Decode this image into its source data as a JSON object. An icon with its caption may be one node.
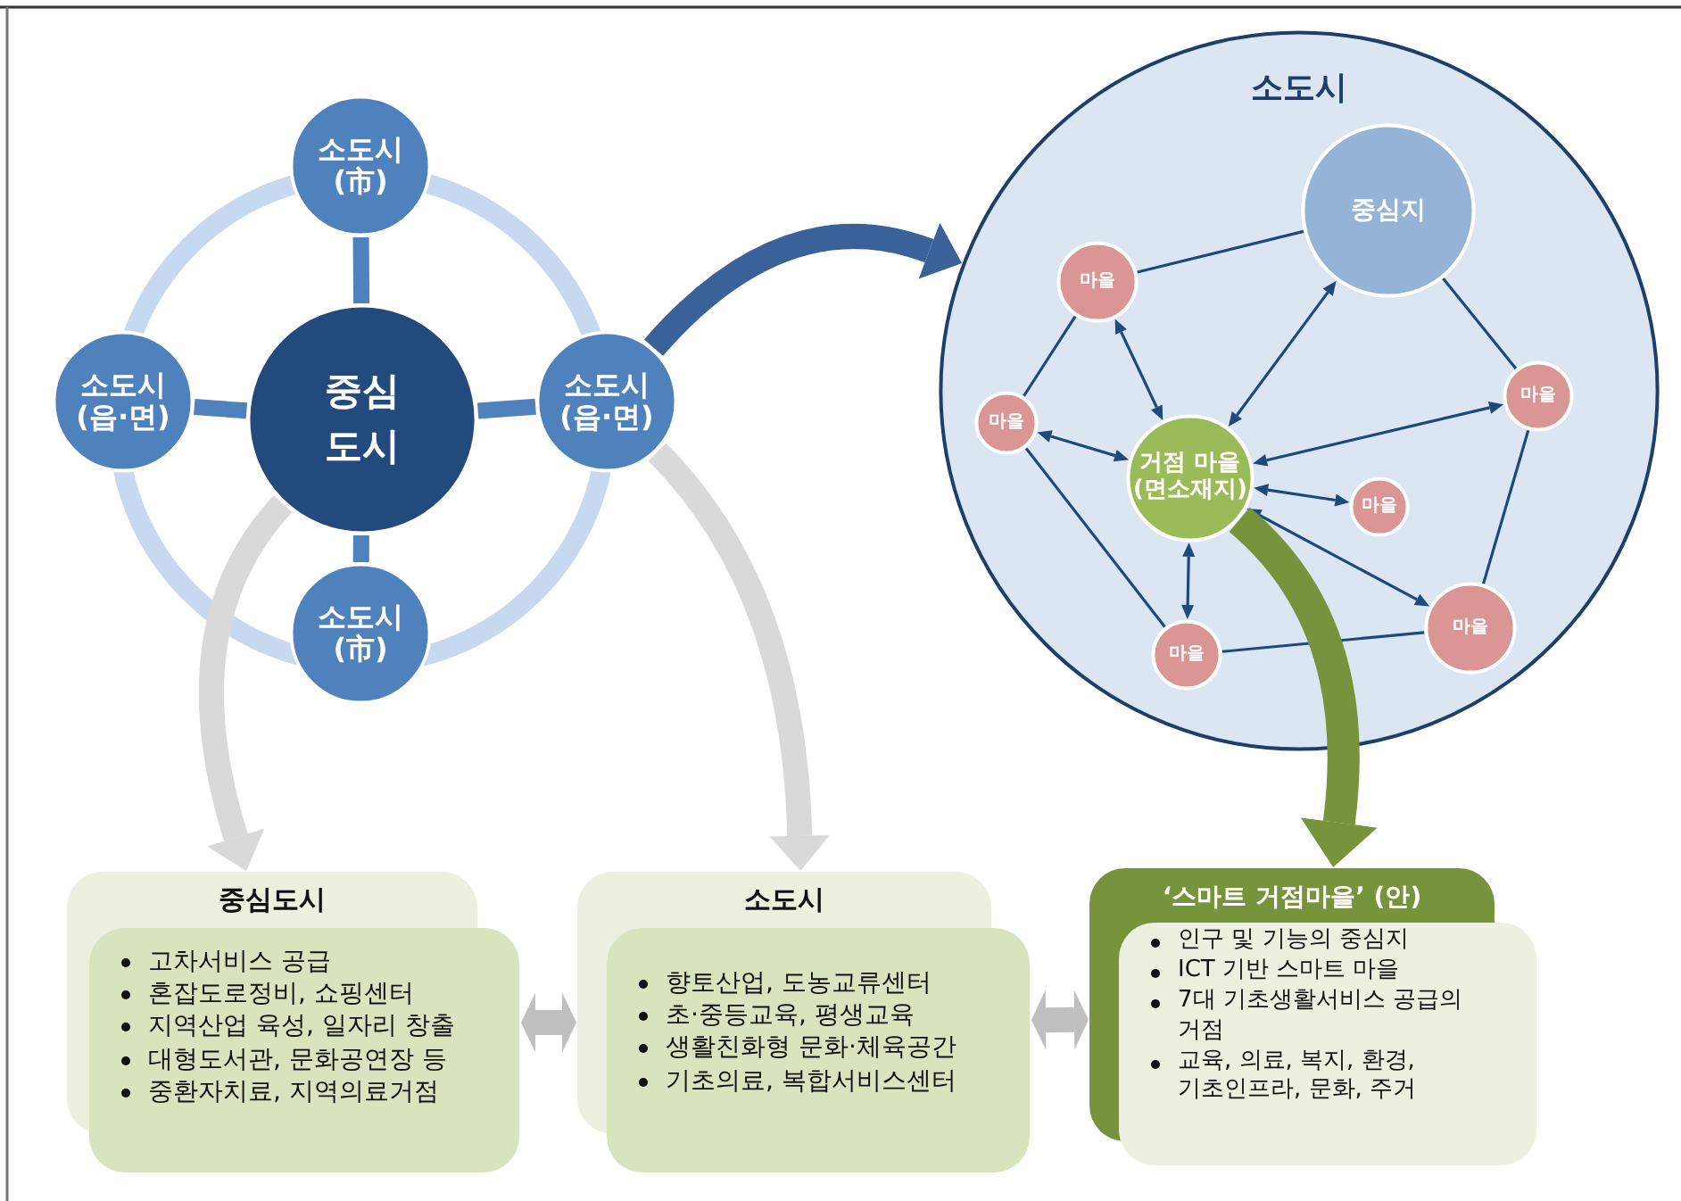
{
  "diagram": {
    "nodes": [
      {
        "text": [
          "중심 도시"
        ]
      },
      {
        "text": [
          "소도시 (市)"
        ]
      },
      {
        "text": [
          "소도시 (읍·면)"
        ]
      },
      {
        "text": [
          "소도시 (읍·면)"
        ]
      },
      {
        "text": [
          "소도시 (市)"
        ]
      },
      {
        "text": [
          "소도시"
        ]
      },
      {
        "text": [
          "중심지"
        ],
        "in": 5
      },
      {
        "text": [
          "마을"
        ],
        "in": 5
      },
      {
        "text": [
          "마을"
        ],
        "in": 5
      },
      {
        "text": [
          "거점 마을 (면소재지)"
        ],
        "in": 5
      },
      {
        "text": [
          "마을"
        ],
        "in": 5
      },
      {
        "text": [
          "마을"
        ],
        "in": 5
      },
      {
        "text": [
          "마을"
        ],
        "in": 5
      },
      {
        "text": [
          "마을"
        ],
        "in": 5
      },
      {
        "text": [
          "중심도시",
          "고차서비스 공급",
          "혼잡도로정비, 쇼핑센터",
          "지역산업 육성, 일자리 창출",
          "대형도서관, 문화공연장 등",
          "중환자치료, 지역의료거점"
        ]
      },
      {
        "text": [
          "소도시",
          "향토산업, 도농교류센터",
          "초·중등교육, 평생교육",
          "생활친화형 문화·체육공간",
          "기초의료, 복합서비스센터"
        ]
      },
      {
        "text": [
          "‘스마트 거점마을’ (안)",
          "인구 및 기능의 중심지",
          "ICT 기반 스마트 마을",
          "7대 기초생활서비스 공급의 거점",
          "교육, 의료, 복지, 환경, 기초인프라, 문화, 주거"
        ]
      }
    ],
    "edges": [
      {
        "from": 0,
        "to": 1,
        "arrow": "none",
        "style": "thick",
        "color": "#4f81bd"
      },
      {
        "from": 0,
        "to": 2,
        "arrow": "none",
        "style": "thick",
        "color": "#4f81bd"
      },
      {
        "from": 0,
        "to": 3,
        "arrow": "none",
        "style": "thick",
        "color": "#4f81bd"
      },
      {
        "from": 0,
        "to": 4,
        "arrow": "none",
        "style": "thick",
        "color": "#4f81bd"
      },
      {
        "from": 3,
        "to": 5,
        "arrow": "to",
        "style": "thick",
        "color": "#3a6298"
      },
      {
        "from": 7,
        "to": 6,
        "arrow": "none"
      },
      {
        "from": 7,
        "to": 8,
        "arrow": "none"
      },
      {
        "from": 7,
        "to": 9,
        "arrow": "both"
      },
      {
        "from": 6,
        "to": 9,
        "arrow": "both"
      },
      {
        "from": 6,
        "to": 10,
        "arrow": "none"
      },
      {
        "from": 8,
        "to": 9,
        "arrow": "both"
      },
      {
        "from": 9,
        "to": 10,
        "arrow": "both"
      },
      {
        "from": 9,
        "to": 11,
        "arrow": "both"
      },
      {
        "from": 9,
        "to": 12,
        "arrow": "both"
      },
      {
        "from": 9,
        "to": 13,
        "arrow": "both"
      },
      {
        "from": 10,
        "to": 13,
        "arrow": "none"
      },
      {
        "from": 8,
        "to": 12,
        "arrow": "none"
      },
      {
        "from": 12,
        "to": 13,
        "arrow": "none"
      },
      {
        "from": 0,
        "to": 14,
        "arrow": "to",
        "style": "thick",
        "color": "#d9d9d9"
      },
      {
        "from": 3,
        "to": 15,
        "arrow": "to",
        "style": "thick",
        "color": "#d9d9d9"
      },
      {
        "from": 9,
        "to": 16,
        "arrow": "to",
        "style": "thick",
        "color": "#77933c"
      },
      {
        "from": 14,
        "to": 15,
        "arrow": "both",
        "style": "thick",
        "color": "#bfbfbf"
      },
      {
        "from": 15,
        "to": 16,
        "arrow": "both",
        "style": "thick",
        "color": "#bfbfbf"
      }
    ]
  }
}
